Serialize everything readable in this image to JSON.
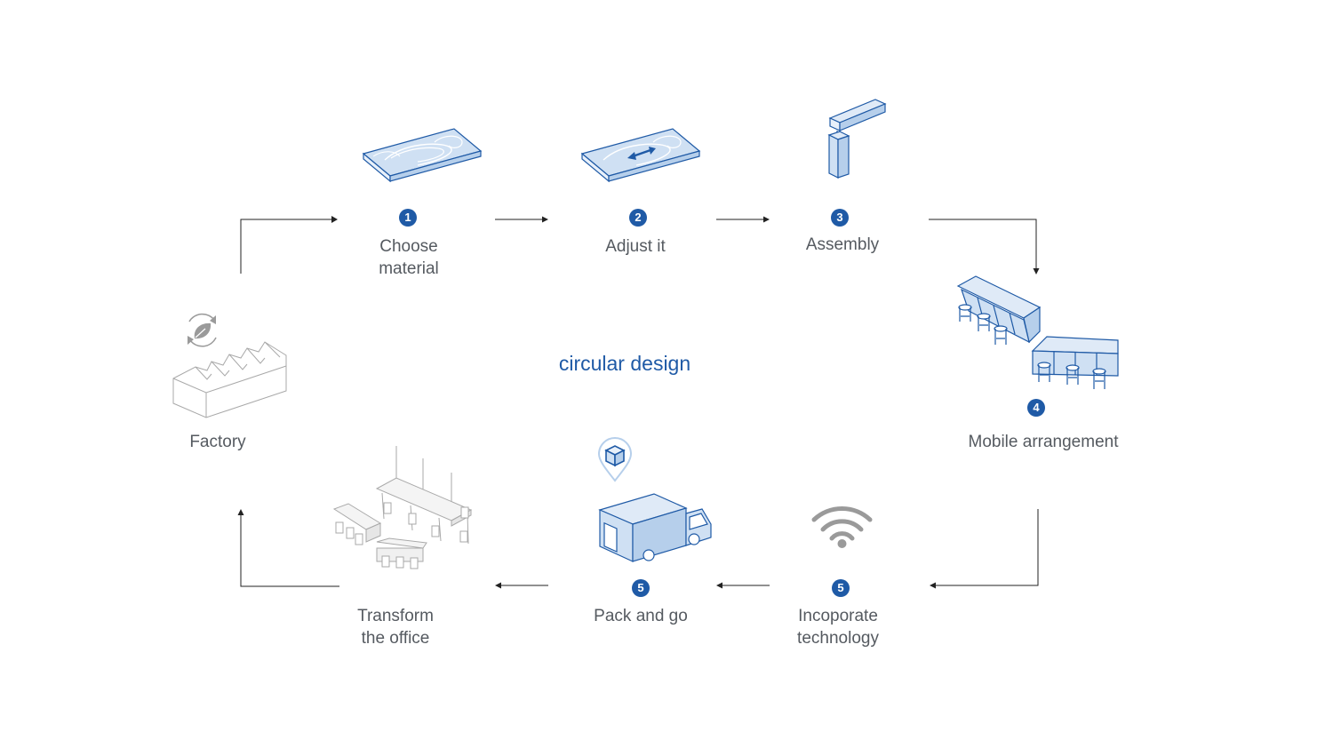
{
  "center": {
    "title": "circular design"
  },
  "steps": [
    {
      "id": "choose-material",
      "badge": "1",
      "label": "Choose\nmaterial"
    },
    {
      "id": "adjust-it",
      "badge": "2",
      "label": "Adjust it"
    },
    {
      "id": "assembly",
      "badge": "3",
      "label": "Assembly"
    },
    {
      "id": "mobile-arrangement",
      "badge": "4",
      "label": "Mobile arrangement"
    },
    {
      "id": "incorporate-technology",
      "badge": "5",
      "label": "Incoporate\ntechnology"
    },
    {
      "id": "pack-and-go",
      "badge": "5",
      "label": "Pack and go"
    },
    {
      "id": "transform-office",
      "badge": "",
      "label": "Transform\nthe office"
    },
    {
      "id": "factory",
      "badge": "",
      "label": "Factory"
    }
  ],
  "colors": {
    "accent": "#1f5aa6",
    "text": "#555a60",
    "light_blue": "#cfe0f3",
    "grey": "#a9a9a9"
  },
  "icons": [
    "wood-panel-icon",
    "wood-panel-resize-icon",
    "assembly-beam-icon",
    "mobile-bar-tables-icon",
    "wifi-icon",
    "delivery-truck-icon",
    "location-pin-box-icon",
    "office-layout-icon",
    "factory-icon",
    "recycle-leaf-icon"
  ]
}
